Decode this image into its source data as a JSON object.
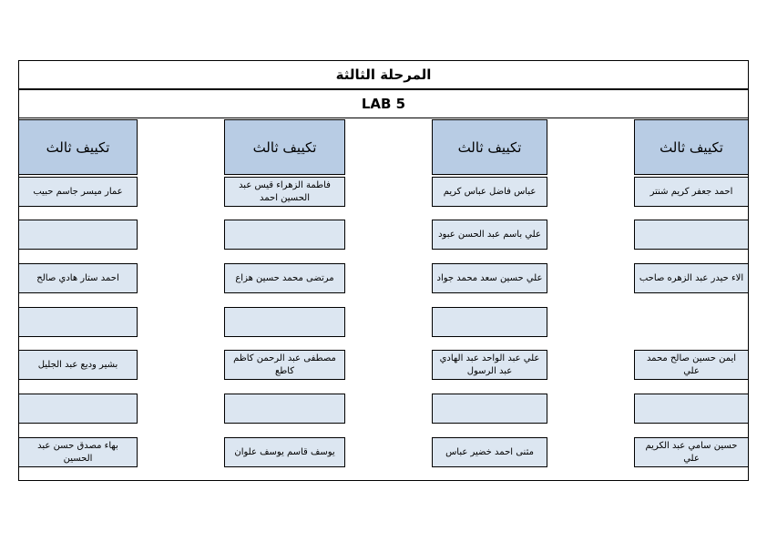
{
  "title": "المرحلة الثالثة",
  "lab": "LAB 5",
  "columns": [
    {
      "header": "تكييف ثالث",
      "cells": [
        "عمار ميسر جاسم حبيب",
        "",
        "احمد ستار هادي صالح",
        "",
        "بشير وديع عبد الجليل",
        "",
        "بهاء مصدق حسن عبد الحسين"
      ]
    },
    {
      "header": "تكييف ثالث",
      "cells": [
        "فاطمة الزهراء قيس عبد الحسين احمد",
        "",
        "مرتضى محمد حسين هزاع",
        "",
        "مصطفى عبد الرحمن كاظم كاطع",
        "",
        "يوسف قاسم يوسف علوان"
      ]
    },
    {
      "header": "تكييف ثالث",
      "cells": [
        "عباس فاضل عباس كريم",
        "علي باسم عبد الحسن عبود",
        "علي حسين سعد محمد جواد",
        "",
        "علي عبد الواحد عبد الهادي عبد الرسول",
        "",
        "مثنى احمد خضير عباس"
      ]
    },
    {
      "header": "تكييف ثالث",
      "cells": [
        "احمد جعفر كريم شنتر",
        "",
        "الاء حيدر عبد الزهره صاحب",
        null,
        "ايمن حسين صالح محمد علي",
        "",
        "حسين سامي عبد الكريم علي"
      ]
    }
  ]
}
